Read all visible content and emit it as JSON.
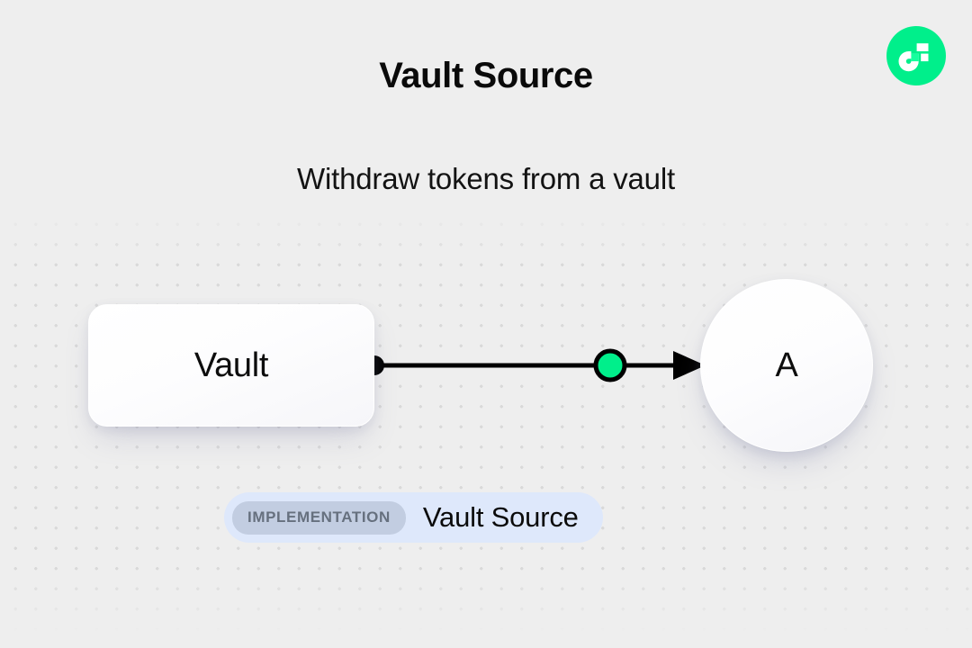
{
  "page": {
    "title": "Vault Source",
    "subtitle": "Withdraw tokens from a vault",
    "background_color": "#eeeeee"
  },
  "brand": {
    "logo_name": "flow-logo",
    "logo_color": "#00ef8b",
    "logo_mark_color": "#ffffff",
    "logo_accent_color": "#16ff9e"
  },
  "diagram": {
    "nodes": [
      {
        "id": "vault",
        "label": "Vault",
        "shape": "rounded-rect",
        "fill": "#ffffff"
      },
      {
        "id": "a",
        "label": "A",
        "shape": "circle",
        "fill": "#ffffff"
      }
    ],
    "edge": {
      "from": "vault",
      "to": "a",
      "stroke_color": "#000000",
      "source_handle_color": "#000000",
      "midpoint_handle_color": "#00ef8b",
      "midpoint_handle_stroke": "#000000",
      "arrow_head": "solid-triangle"
    }
  },
  "badge": {
    "kind_label": "IMPLEMENTATION",
    "name": "Vault Source",
    "pill_color": "#dee8fb",
    "chip_color": "#c2cde1",
    "chip_text_color": "#66707e"
  }
}
